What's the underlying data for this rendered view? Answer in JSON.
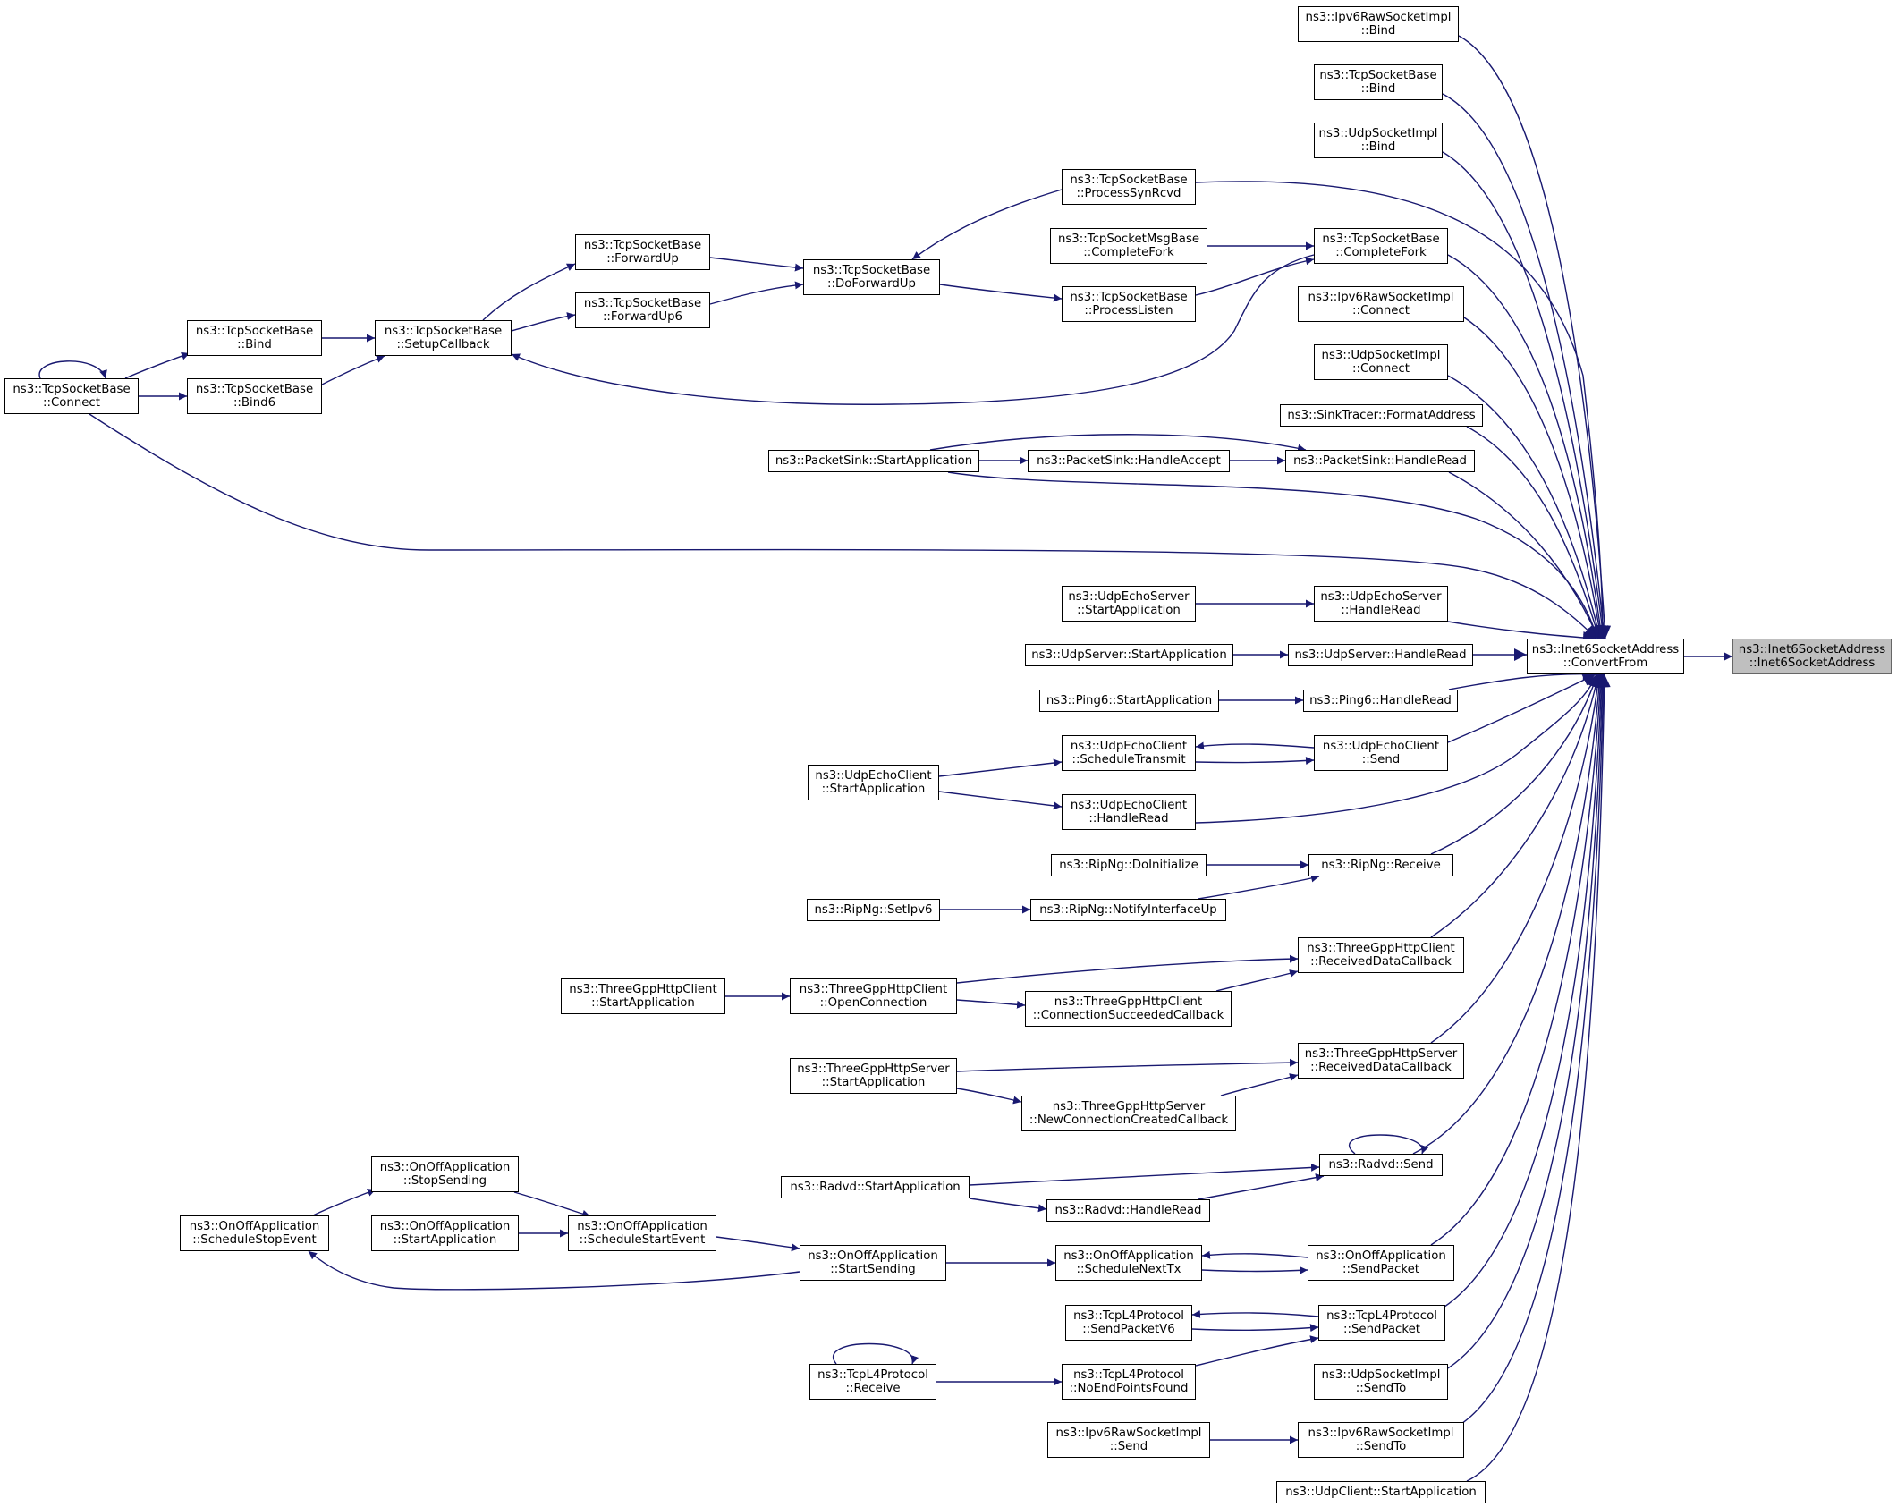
{
  "colors": {
    "edge": "#191970",
    "border": "#000000",
    "node_fill": "#ffffff",
    "target_fill": "#bfbfbf"
  },
  "nodes": {
    "target": [
      "ns3::Inet6SocketAddress",
      "::Inet6SocketAddress"
    ],
    "convertfrom": [
      "ns3::Inet6SocketAddress",
      "::ConvertFrom"
    ],
    "ipv6raw_bind": [
      "ns3::Ipv6RawSocketImpl",
      "::Bind"
    ],
    "tcp_bind_r": [
      "ns3::TcpSocketBase",
      "::Bind"
    ],
    "udp_bind": [
      "ns3::UdpSocketImpl",
      "::Bind"
    ],
    "process_synrcvd": [
      "ns3::TcpSocketBase",
      "::ProcessSynRcvd"
    ],
    "tcp_completefork": [
      "ns3::TcpSocketBase",
      "::CompleteFork"
    ],
    "tcpmsg_completefork": [
      "ns3::TcpSocketMsgBase",
      "::CompleteFork"
    ],
    "process_listen": [
      "ns3::TcpSocketBase",
      "::ProcessListen"
    ],
    "doforwardup": [
      "ns3::TcpSocketBase",
      "::DoForwardUp"
    ],
    "forwardup": [
      "ns3::TcpSocketBase",
      "::ForwardUp"
    ],
    "forwardup6": [
      "ns3::TcpSocketBase",
      "::ForwardUp6"
    ],
    "setupcallback": [
      "ns3::TcpSocketBase",
      "::SetupCallback"
    ],
    "tcp_bind_l": [
      "ns3::TcpSocketBase",
      "::Bind"
    ],
    "tcp_bind6": [
      "ns3::TcpSocketBase",
      "::Bind6"
    ],
    "tcp_connect": [
      "ns3::TcpSocketBase",
      "::Connect"
    ],
    "ipv6raw_connect": [
      "ns3::Ipv6RawSocketImpl",
      "::Connect"
    ],
    "udp_connect": [
      "ns3::UdpSocketImpl",
      "::Connect"
    ],
    "sinktracer": [
      "ns3::SinkTracer::FormatAddress"
    ],
    "sink_handleread": [
      "ns3::PacketSink::HandleRead"
    ],
    "sink_handleaccept": [
      "ns3::PacketSink::HandleAccept"
    ],
    "sink_start": [
      "ns3::PacketSink::StartApplication"
    ],
    "echoserver_handleread": [
      "ns3::UdpEchoServer",
      "::HandleRead"
    ],
    "echoserver_start": [
      "ns3::UdpEchoServer",
      "::StartApplication"
    ],
    "udpserver_handleread": [
      "ns3::UdpServer::HandleRead"
    ],
    "udpserver_start": [
      "ns3::UdpServer::StartApplication"
    ],
    "ping6_handleread": [
      "ns3::Ping6::HandleRead"
    ],
    "ping6_start": [
      "ns3::Ping6::StartApplication"
    ],
    "echoclient_send": [
      "ns3::UdpEchoClient",
      "::Send"
    ],
    "echoclient_schedule": [
      "ns3::UdpEchoClient",
      "::ScheduleTransmit"
    ],
    "echoclient_start": [
      "ns3::UdpEchoClient",
      "::StartApplication"
    ],
    "echoclient_handleread": [
      "ns3::UdpEchoClient",
      "::HandleRead"
    ],
    "ripng_receive": [
      "ns3::RipNg::Receive"
    ],
    "ripng_doinit": [
      "ns3::RipNg::DoInitialize"
    ],
    "ripng_notify": [
      "ns3::RipNg::NotifyInterfaceUp"
    ],
    "ripng_setipv6": [
      "ns3::RipNg::SetIpv6"
    ],
    "http_client_recv": [
      "ns3::ThreeGppHttpClient",
      "::ReceivedDataCallback"
    ],
    "http_client_openconn": [
      "ns3::ThreeGppHttpClient",
      "::OpenConnection"
    ],
    "http_client_connsucc": [
      "ns3::ThreeGppHttpClient",
      "::ConnectionSucceededCallback"
    ],
    "http_client_start": [
      "ns3::ThreeGppHttpClient",
      "::StartApplication"
    ],
    "http_server_recv": [
      "ns3::ThreeGppHttpServer",
      "::ReceivedDataCallback"
    ],
    "http_server_start": [
      "ns3::ThreeGppHttpServer",
      "::StartApplication"
    ],
    "http_server_newconn": [
      "ns3::ThreeGppHttpServer",
      "::NewConnectionCreatedCallback"
    ],
    "radvd_send": [
      "ns3::Radvd::Send"
    ],
    "radvd_start": [
      "ns3::Radvd::StartApplication"
    ],
    "radvd_handleread": [
      "ns3::Radvd::HandleRead"
    ],
    "onoff_sendpacket": [
      "ns3::OnOffApplication",
      "::SendPacket"
    ],
    "onoff_schednext": [
      "ns3::OnOffApplication",
      "::ScheduleNextTx"
    ],
    "onoff_startsending": [
      "ns3::OnOffApplication",
      "::StartSending"
    ],
    "onoff_schedstart": [
      "ns3::OnOffApplication",
      "::ScheduleStartEvent"
    ],
    "onoff_stopsending": [
      "ns3::OnOffApplication",
      "::StopSending"
    ],
    "onoff_startapp": [
      "ns3::OnOffApplication",
      "::StartApplication"
    ],
    "onoff_schedstop": [
      "ns3::OnOffApplication",
      "::ScheduleStopEvent"
    ],
    "tcpl4_sendpacket": [
      "ns3::TcpL4Protocol",
      "::SendPacket"
    ],
    "tcpl4_sendpacketv6": [
      "ns3::TcpL4Protocol",
      "::SendPacketV6"
    ],
    "tcpl4_noendpoints": [
      "ns3::TcpL4Protocol",
      "::NoEndPointsFound"
    ],
    "tcpl4_receive": [
      "ns3::TcpL4Protocol",
      "::Receive"
    ],
    "udp_sendto": [
      "ns3::UdpSocketImpl",
      "::SendTo"
    ],
    "ipv6raw_sendto": [
      "ns3::Ipv6RawSocketImpl",
      "::SendTo"
    ],
    "ipv6raw_send": [
      "ns3::Ipv6RawSocketImpl",
      "::Send"
    ],
    "udpclient_start": [
      "ns3::UdpClient::StartApplication"
    ]
  }
}
